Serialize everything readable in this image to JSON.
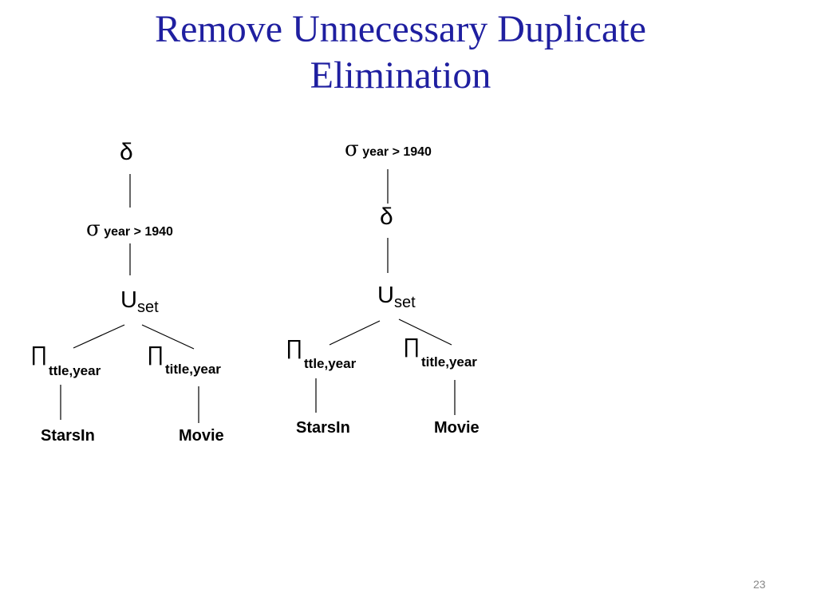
{
  "slide": {
    "title_line1": "Remove Unnecessary Duplicate",
    "title_line2": "Elimination",
    "number": "23"
  },
  "left_tree": {
    "delta": "δ",
    "sigma": "σ",
    "sigma_cond": "year > 1940",
    "union": "U",
    "union_sub": "set",
    "pi_left": "∏",
    "pi_left_attrs": "ttle,year",
    "pi_right": "∏",
    "pi_right_attrs": "title,year",
    "rel_left": "StarsIn",
    "rel_right": "Movie"
  },
  "right_tree": {
    "sigma": "σ",
    "sigma_cond": "year > 1940",
    "delta": "δ",
    "union": "U",
    "union_sub": "set",
    "pi_left": "∏",
    "pi_left_attrs": "ttle,year",
    "pi_right": "∏",
    "pi_right_attrs": "title,year",
    "rel_left": "StarsIn",
    "rel_right": "Movie"
  }
}
